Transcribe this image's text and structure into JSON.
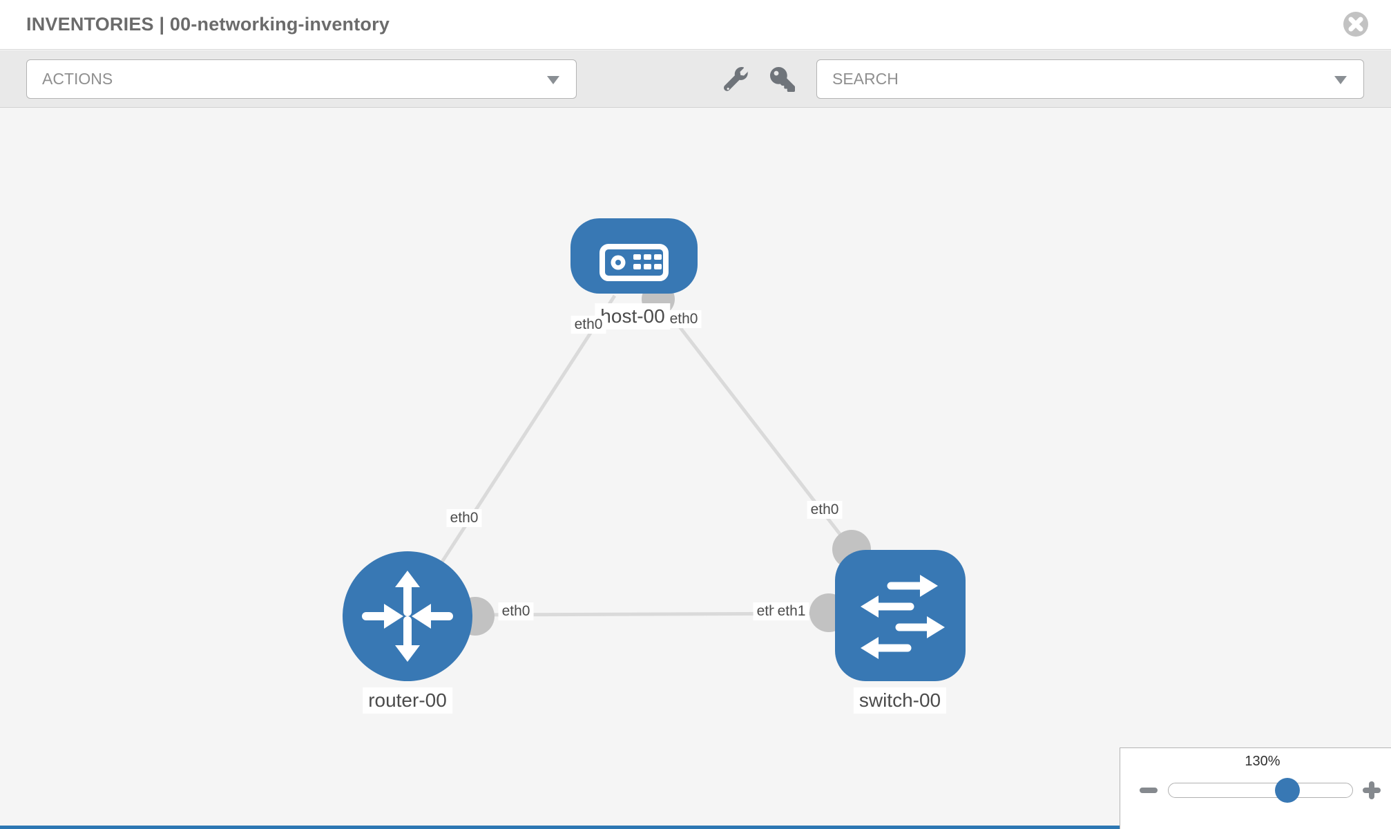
{
  "header": {
    "title": "INVENTORIES | 00-networking-inventory"
  },
  "toolbar": {
    "actions_label": "ACTIONS",
    "search_label": "SEARCH",
    "icons": [
      "wrench-icon",
      "key-icon"
    ]
  },
  "topology": {
    "nodes": [
      {
        "id": "host-00",
        "type": "host",
        "label": "host-00"
      },
      {
        "id": "router-00",
        "type": "router",
        "label": "router-00"
      },
      {
        "id": "switch-00",
        "type": "switch",
        "label": "switch-00"
      }
    ],
    "links": [
      {
        "from": "router-00",
        "from_port": "eth0",
        "to": "host-00",
        "to_port": "eth0"
      },
      {
        "from": "switch-00",
        "from_port": "eth0",
        "to": "host-00",
        "to_port": "eth0"
      },
      {
        "from": "router-00",
        "from_port": "eth0",
        "to": "switch-00",
        "to_port": "eth1",
        "to_port_overlapped": "eth0"
      }
    ]
  },
  "zoom_control": {
    "value": "130%"
  },
  "colors": {
    "node_blue": "#3878b4",
    "edge_gray": "#dadada",
    "connector_gray": "#c2c2c2",
    "toolbar_gray": "#e9e9e9",
    "bottom_bar_blue": "#2d77b3"
  }
}
